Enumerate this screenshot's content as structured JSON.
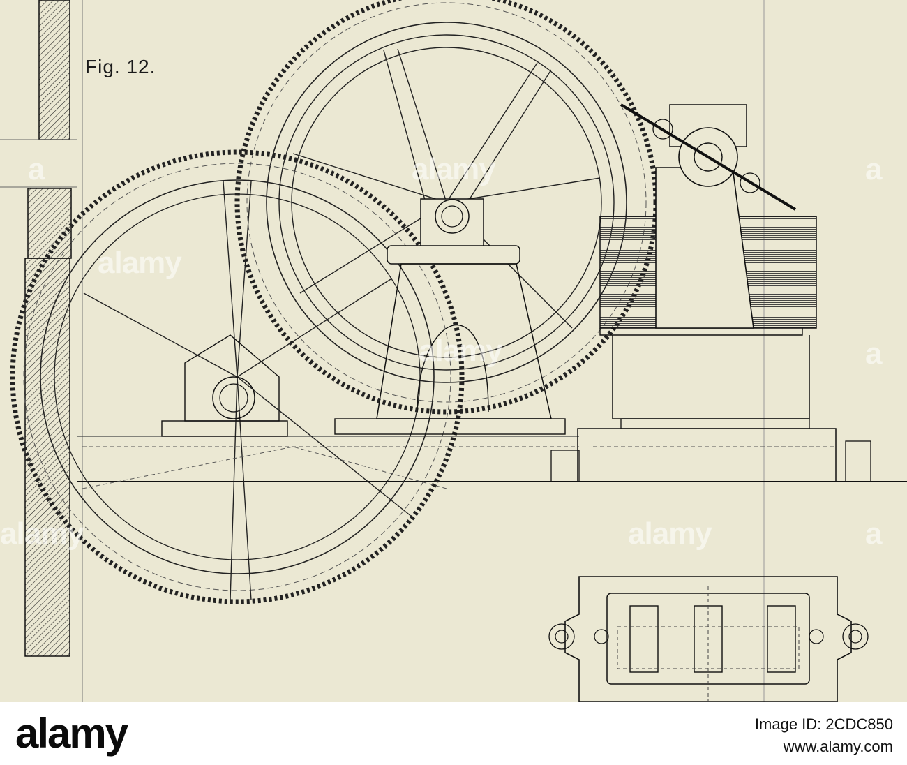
{
  "figure": {
    "label": "Fig. 12."
  },
  "watermarks": {
    "top_left": "a",
    "top_center": "alamy",
    "top_right": "a",
    "mid_left": "alamy",
    "mid_center": "alamy",
    "mid_right": "a",
    "low_left": "alamy",
    "low_center": "alamy",
    "low_right": "a"
  },
  "footer": {
    "logo": "alamy",
    "image_id": "Image ID: 2CDC850",
    "url": "www.alamy.com"
  }
}
